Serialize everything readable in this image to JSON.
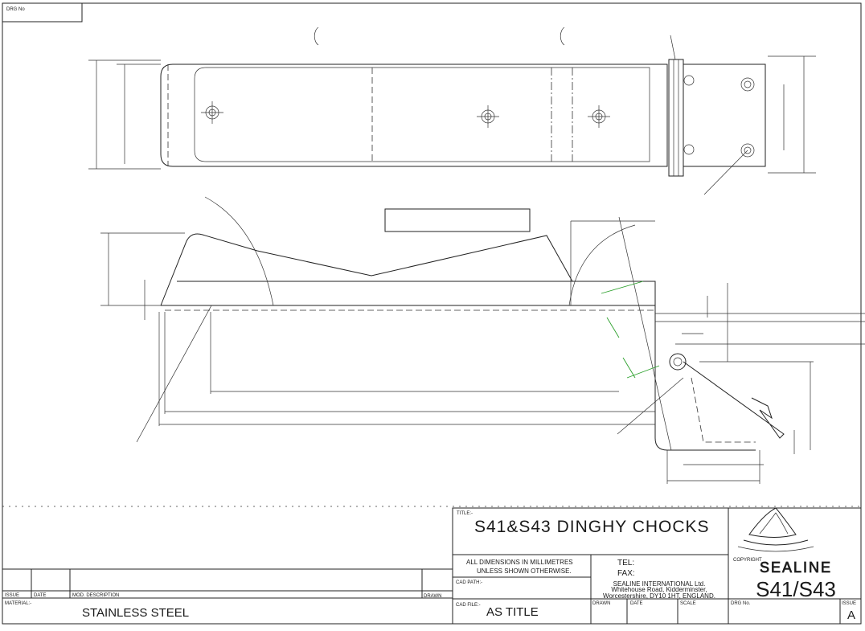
{
  "drawing": {
    "drg_no_label": "DRG No",
    "title_label": "TITLE:-",
    "title": "S41&S43  DINGHY CHOCKS",
    "dimensions_note_line1": "ALL DIMENSIONS IN MILLIMETRES",
    "dimensions_note_line2": "UNLESS SHOWN OTHERWISE.",
    "cad_path_label": "CAD PATH:-",
    "cad_file_label": "CAD FILE:-",
    "cad_file": "AS TITLE",
    "tel_label": "TEL:",
    "fax_label": "FAX:",
    "company_line1": "SEALINE INTERNATIONAL Ltd.",
    "company_line2": "Whitehouse Road, Kidderminster,",
    "company_line3": "Worcestershire, DY10 1HT, ENGLAND.",
    "drawn_label": "DRAWN",
    "date_label": "DATE",
    "scale_label": "SCALE",
    "drg_no_label_box": "DRG No.",
    "issue_label": "ISSUE",
    "issue": "A",
    "copyright_label": "COPYRIGHT",
    "brand": "SEALINE",
    "model": "S41/S43",
    "revision_issue_label": "ISSUE",
    "revision_date_label": "DATE",
    "revision_mod_label": "MOD. DESCRIPTION",
    "revision_drawn_label": "DRAWN",
    "material_label": "MATERIAL:-",
    "material": "STAINLESS STEEL"
  }
}
